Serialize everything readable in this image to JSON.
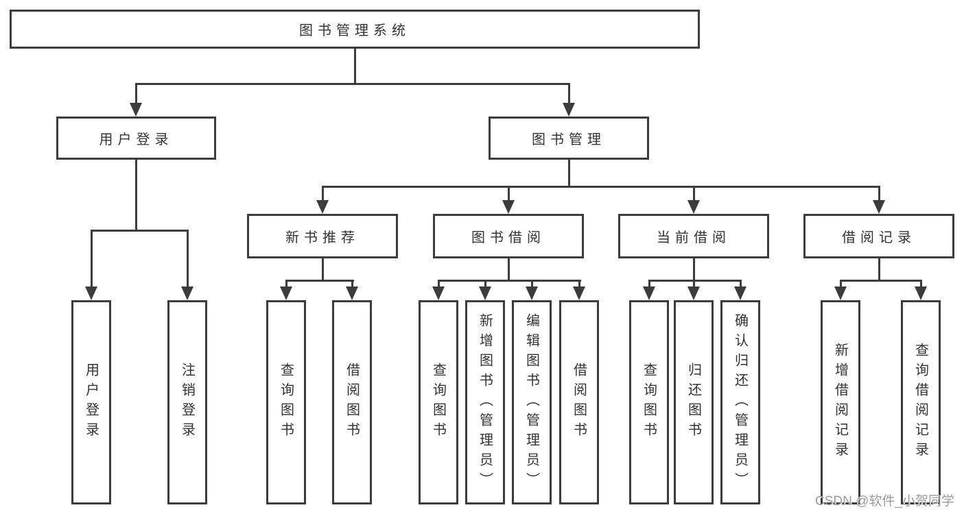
{
  "diagram": {
    "root": {
      "label": "图书管理系统"
    },
    "branches": [
      {
        "label": "用户登录",
        "leaves": [
          {
            "label": "用户登录"
          },
          {
            "label": "注销登录"
          }
        ]
      },
      {
        "label": "图书管理",
        "groups": [
          {
            "label": "新书推荐",
            "leaves": [
              {
                "label": "查询图书"
              },
              {
                "label": "借阅图书"
              }
            ]
          },
          {
            "label": "图书借阅",
            "leaves": [
              {
                "label": "查询图书"
              },
              {
                "label": "新增图书（管理员）"
              },
              {
                "label": "编辑图书（管理员）"
              },
              {
                "label": "借阅图书"
              }
            ]
          },
          {
            "label": "当前借阅",
            "leaves": [
              {
                "label": "查询图书"
              },
              {
                "label": "归还图书"
              },
              {
                "label": "确认归还（管理员）"
              }
            ]
          },
          {
            "label": "借阅记录",
            "leaves": [
              {
                "label": "新增借阅记录"
              },
              {
                "label": "查询借阅记录"
              }
            ]
          }
        ]
      }
    ]
  },
  "watermark": {
    "text": "CSDN @软件_小贺同学"
  },
  "colors": {
    "line": "#3c3c3c",
    "text": "#333333",
    "watermark": "#9b9b9b",
    "background": "#ffffff"
  }
}
